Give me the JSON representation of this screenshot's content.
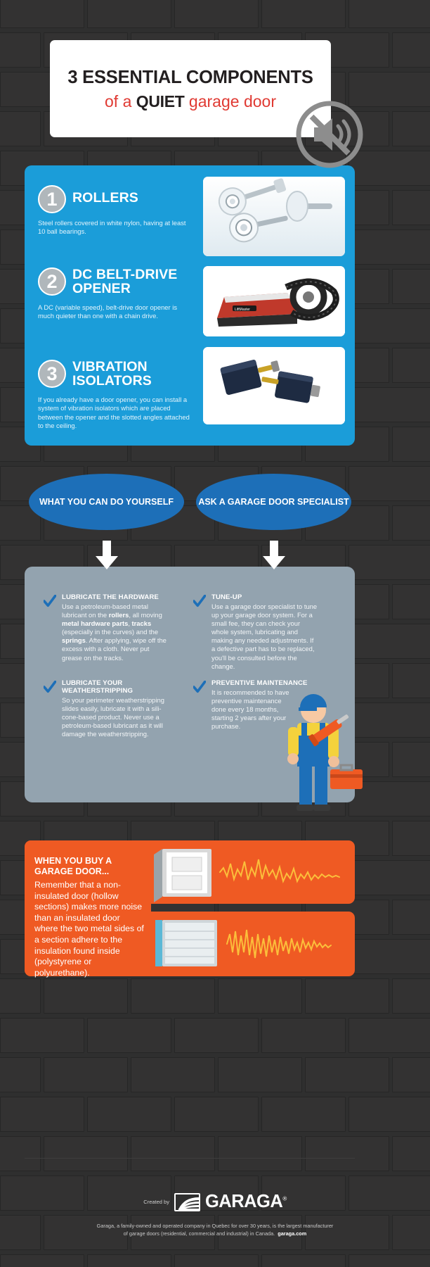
{
  "header": {
    "title_main": "3 ESSENTIAL COMPONENTS",
    "sub_pre": "of a ",
    "sub_strong": "QUIET",
    "sub_post": " garage door",
    "mute_icon": "speaker-muted-icon"
  },
  "components": {
    "items": [
      {
        "number": "1",
        "title": "ROLLERS",
        "desc": "Steel rollers covered in white nylon, having at least 10 ball bearings.",
        "photo_name": "rollers-photo"
      },
      {
        "number": "2",
        "title": "DC BELT-DRIVE OPENER",
        "desc": "A DC (variable speed), belt-drive door opener is much quieter than one with a chain drive.",
        "photo_name": "belt-drive-opener-photo"
      },
      {
        "number": "3",
        "title": "VIBRATION ISOLATORS",
        "desc": "If you already have a door opener, you can install a system of vibration isolators which are placed between the opener and the slotted angles attached to the ceiling.",
        "photo_name": "vibration-isolators-photo"
      }
    ]
  },
  "ovals": {
    "left": "WHAT YOU CAN DO YOURSELF",
    "right": "ASK A GARAGE DOOR SPECIALIST"
  },
  "advice": {
    "left": [
      {
        "title": "LUBRICATE THE HARDWARE",
        "body_html": "Use a petroleum-based metal lubricant on the <b>rollers</b>, all moving <b>metal hardware parts</b>, <b>tracks</b> (especially in the curves) and the <b>springs</b>. After applying, wipe off the excess with a cloth. Never put grease on the tracks."
      },
      {
        "title": "LUBRICATE YOUR WEATHERSTRIPPING",
        "body_html": "So your perimeter weatherstripping slides easily, lubricate it with a sili-cone-based product. Never use a petroleum-based lubricant as it will damage the weatherstripping."
      }
    ],
    "right": [
      {
        "title": "TUNE-UP",
        "body_html": "Use a garage door specialist to tune up your garage door system. For a small fee, they can check your whole system, lubricating and making any needed adjustments. If a defective part has to be replaced, you'll be consulted before the change."
      },
      {
        "title": "PREVENTIVE MAINTENANCE",
        "body_html": "It is recommended to have preventive maintenance done every 18 months, starting 2 years after your purchase."
      }
    ]
  },
  "buying": {
    "title": "WHEN YOU BUY A GARAGE DOOR...",
    "body": "Remember that a non-insulated door (hollow sections) makes more noise than an insulated door where the two metal sides of a section adhere to the insulation found inside (polystyrene or polyurethane).",
    "panel_a_name": "non-insulated-door-waveform",
    "panel_b_name": "insulated-door-waveform"
  },
  "footer": {
    "created_by": "Created by",
    "brand": "GARAGA",
    "registered": "®",
    "note_line1": "Garaga, a family-owned and operated company in Quebec for over 30 years, is the largest manufacturer",
    "note_line2_pre": "of garage doors (residential, commercial and industrial) in Canada.",
    "note_site": "garaga.com"
  },
  "colors": {
    "background": "#2f2f2f",
    "blue_panel": "#1b9dd9",
    "oval_blue": "#1d6fb8",
    "gray_panel": "#93a3af",
    "orange": "#ef5a23",
    "accent_red": "#e03a33",
    "check_blue": "#1d6fb8"
  }
}
